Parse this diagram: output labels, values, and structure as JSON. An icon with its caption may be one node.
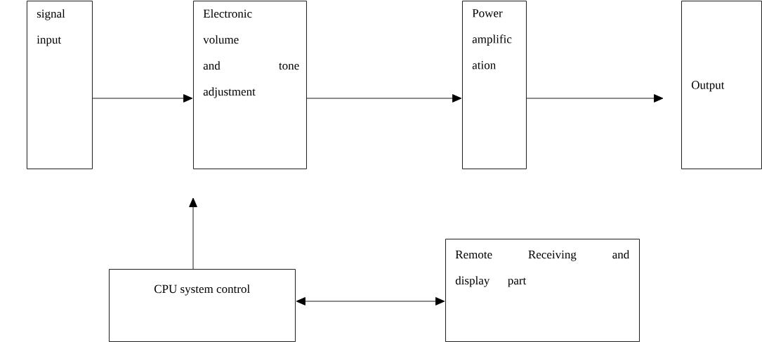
{
  "diagram": {
    "nodes": [
      {
        "text": [
          "signal input"
        ]
      },
      {
        "text": [
          "Electronic volume and tone adjustment"
        ]
      },
      {
        "text": [
          "Power amplific ation"
        ]
      },
      {
        "text": [
          "Output"
        ]
      },
      {
        "text": [
          "CPU system control"
        ]
      },
      {
        "text": [
          "Remote Receiving and display part"
        ]
      }
    ],
    "edges": [
      {
        "from": 0,
        "to": 1,
        "arrow": "to"
      },
      {
        "from": 1,
        "to": 2,
        "arrow": "to"
      },
      {
        "from": 2,
        "to": 3,
        "arrow": "to"
      },
      {
        "from": 4,
        "to": 1,
        "arrow": "to"
      },
      {
        "from": 4,
        "to": 5,
        "arrow": "both"
      }
    ]
  }
}
